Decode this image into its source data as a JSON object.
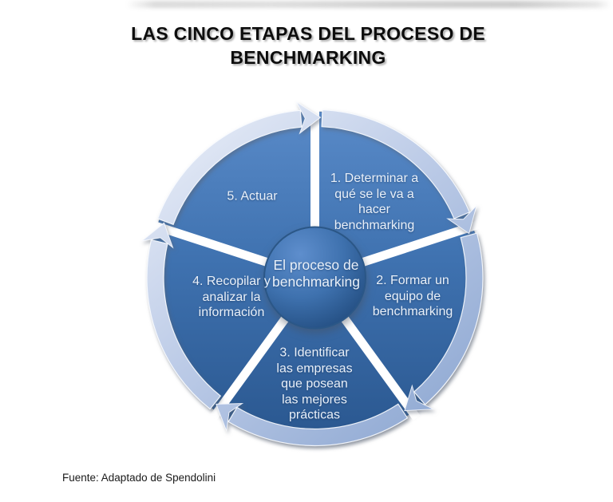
{
  "title": "LAS CINCO ETAPAS DEL PROCESO DE\nBENCHMARKING",
  "source_note": "Fuente: Adaptado de Spendolini",
  "diagram": {
    "center_label": "El proceso de\nbenchmarking",
    "segments": [
      {
        "label": "1. Determinar a\nqué se le va a\nhacer\nbenchmarking"
      },
      {
        "label": "2. Formar un\nequipo de\nbenchmarking"
      },
      {
        "label": "3. Identificar\nlas empresas\nque posean\nlas mejores\nprácticas"
      },
      {
        "label": "4. Recopilar y\nanalizar la\ninformación"
      },
      {
        "label": "5. Actuar"
      }
    ],
    "colors": {
      "wedge_top": "#5a8bc9",
      "wedge_mid": "#3f72b0",
      "wedge_bottom": "#29568e",
      "band_light": "#e4eaf6",
      "band_mid": "#bccbe7",
      "band_dark": "#8ea8d2",
      "circle_light": "#5e8ecd",
      "circle_mid": "#3e71ae",
      "circle_dark": "#255084",
      "label_text": "#e9f0f9",
      "title_text": "#0d0d0d"
    }
  }
}
